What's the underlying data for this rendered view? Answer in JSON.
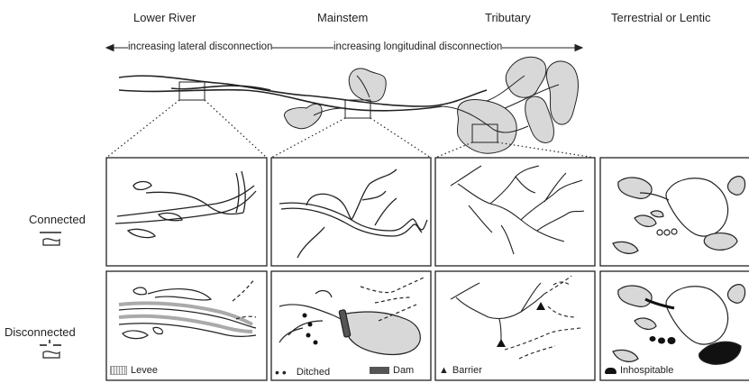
{
  "columns": [
    "Lower River",
    "Mainstem",
    "Tributary",
    "Terrestrial or Lentic"
  ],
  "axis": {
    "lateral": "increasing lateral disconnection",
    "longitudinal": "increasing longitudinal disconnection"
  },
  "rows": {
    "connected": "Connected",
    "disconnected": "Disconnected"
  },
  "legend": {
    "levee": "Levee",
    "ditched": "Ditched",
    "dam": "Dam",
    "barrier": "Barrier",
    "inhospitable": "Inhospitable"
  },
  "colors": {
    "line": "#222222",
    "fill_light": "#d8d8d8",
    "dam": "#555555",
    "levee": "#aaaaaa",
    "black": "#111111"
  }
}
